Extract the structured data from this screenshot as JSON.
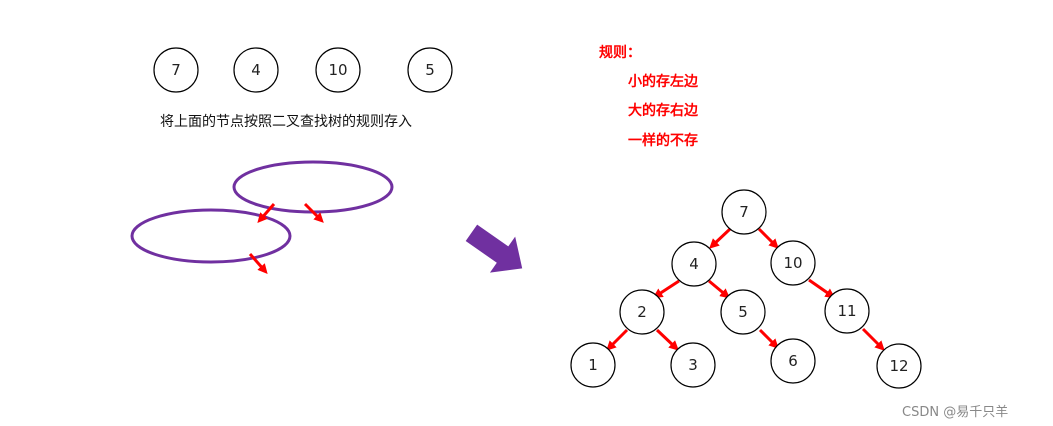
{
  "input_nodes": [
    "7",
    "4",
    "10",
    "5"
  ],
  "instruction": "将上面的节点按照二叉查找树的规则存入",
  "rules": {
    "title": "规则：",
    "items": [
      "小的存左边",
      "大的存右边",
      "一样的不存"
    ]
  },
  "tree": {
    "root": "7",
    "level1": {
      "left": "4",
      "right": "10"
    },
    "level2": {
      "left_left": "2",
      "left_right": "5",
      "right_right": "11"
    },
    "level3": {
      "left_left_left": "1",
      "left_left_right": "3",
      "left_right_right": "6",
      "right_right_right": "12"
    }
  },
  "watermark": "CSDN @易千只羊",
  "colors": {
    "edge": "#ff0000",
    "ellipse": "#7030a0",
    "arrow": "#7030a0",
    "rule_text": "#ff0000"
  }
}
